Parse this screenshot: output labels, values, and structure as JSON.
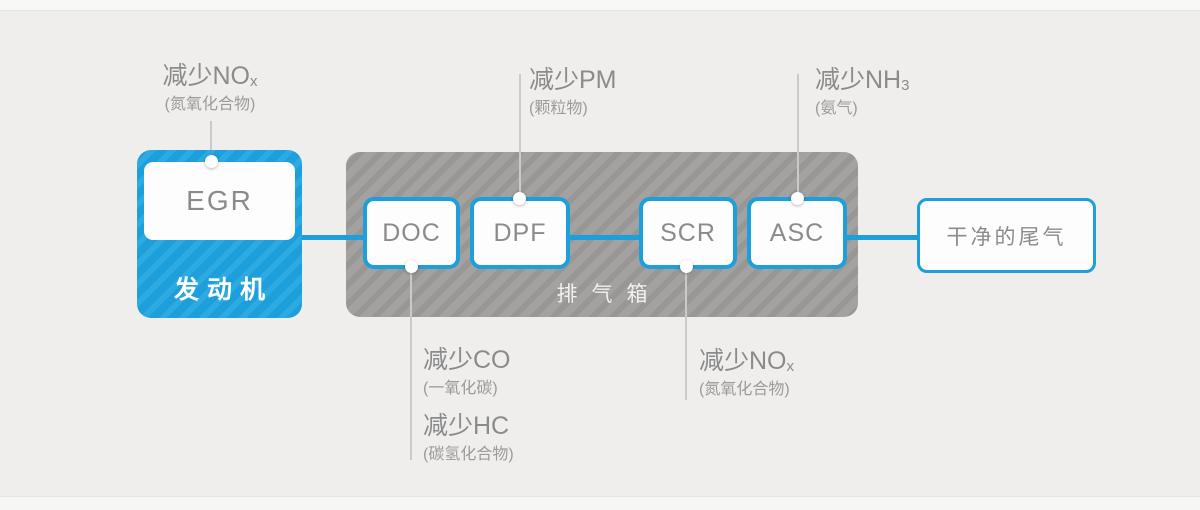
{
  "colors": {
    "accent_blue": "#1c9fda",
    "housing_gray": "#a3a2a0",
    "background": "#efeeed",
    "text_gray": "#8b8b8b"
  },
  "engine_unit": {
    "code": "EGR",
    "name": "发动机"
  },
  "exhaust_housing": {
    "name": "排气箱",
    "stages": [
      "DOC",
      "DPF",
      "SCR",
      "ASC"
    ]
  },
  "output": {
    "name": "干净的尾气"
  },
  "annotations": {
    "egr_top": {
      "main": "减少NO",
      "sub": "x",
      "detail": "(氮氧化合物)"
    },
    "dpf_top": {
      "main": "减少PM",
      "detail": "(颗粒物)"
    },
    "asc_top": {
      "main": "减少NH",
      "sub": "3",
      "detail": "(氨气)"
    },
    "doc_bottom_co": {
      "main": "减少CO",
      "detail": "(一氧化碳)"
    },
    "doc_bottom_hc": {
      "main": "减少HC",
      "detail": "(碳氢化合物)"
    },
    "scr_bottom": {
      "main": "减少NO",
      "sub": "x",
      "detail": "(氮氧化合物)"
    }
  }
}
